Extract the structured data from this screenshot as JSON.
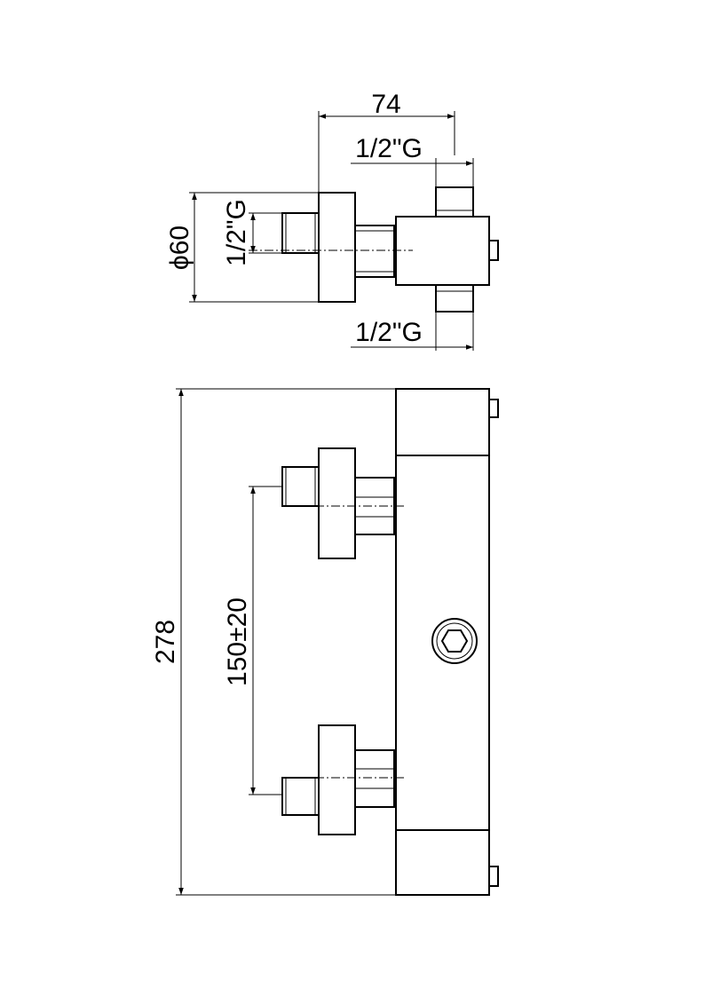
{
  "top_view": {
    "width_dim": "74",
    "outlet_top_thread": "1/2\"G",
    "outlet_bottom_thread": "1/2\"G",
    "diameter_dim": "ϕ60",
    "inlet_thread": "1/2\"G"
  },
  "front_view": {
    "overall_height_dim": "278",
    "inlet_spacing_dim": "150±20"
  },
  "colors": {
    "line": "#000000",
    "background": "#ffffff"
  }
}
